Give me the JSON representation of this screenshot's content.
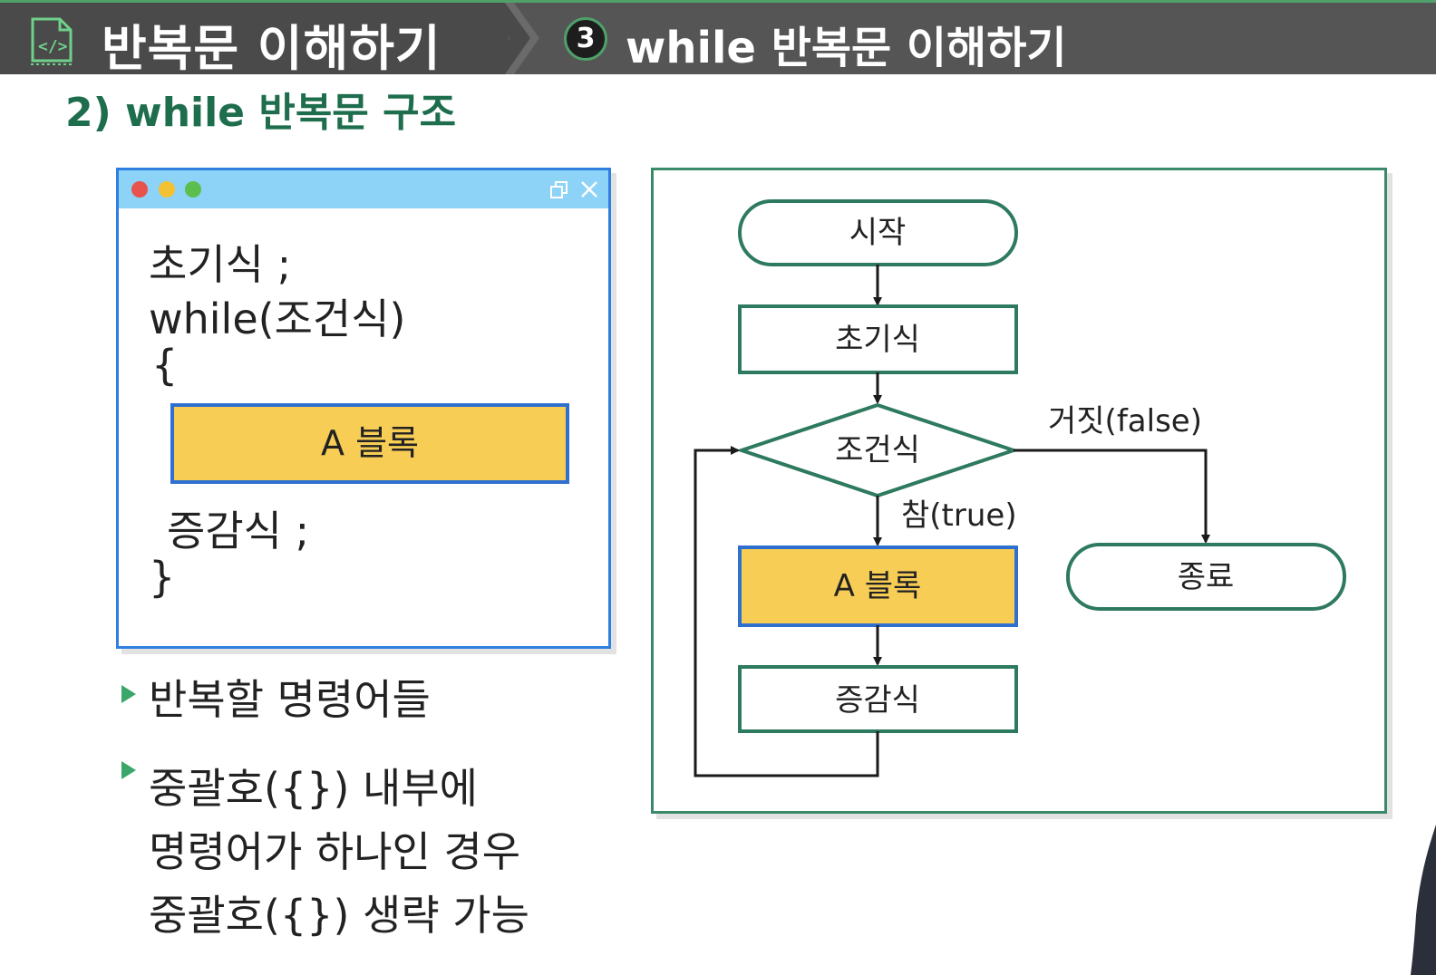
{
  "header": {
    "title": "반복문 이해하기",
    "step_number": "3",
    "subtitle": "while 반복문 이해하기"
  },
  "section": {
    "title": "2) while 반복문 구조"
  },
  "code": {
    "line1": "초기식 ;",
    "line2": "while(조건식)",
    "line3": "{",
    "block": "A 블록",
    "line4": "증감식 ;",
    "line5": "}"
  },
  "bullets": [
    {
      "lines": [
        "반복할 명령어들"
      ]
    },
    {
      "lines": [
        "중괄호({}) 내부에",
        "명령어가 하나인 경우",
        "중괄호({}) 생략 가능"
      ]
    }
  ],
  "flowchart": {
    "start": "시작",
    "init": "초기식",
    "condition": "조건식",
    "true_label": "참(true)",
    "false_label": "거짓(false)",
    "block": "A 블록",
    "update": "증감식",
    "end": "종료"
  },
  "colors": {
    "header_bg": "#555555",
    "accent_green": "#1e6e4e",
    "flow_border": "#2e7a5e",
    "block_fill": "#f7cd56",
    "block_border": "#2f6fd0",
    "window_titlebar": "#8dd2f7"
  }
}
